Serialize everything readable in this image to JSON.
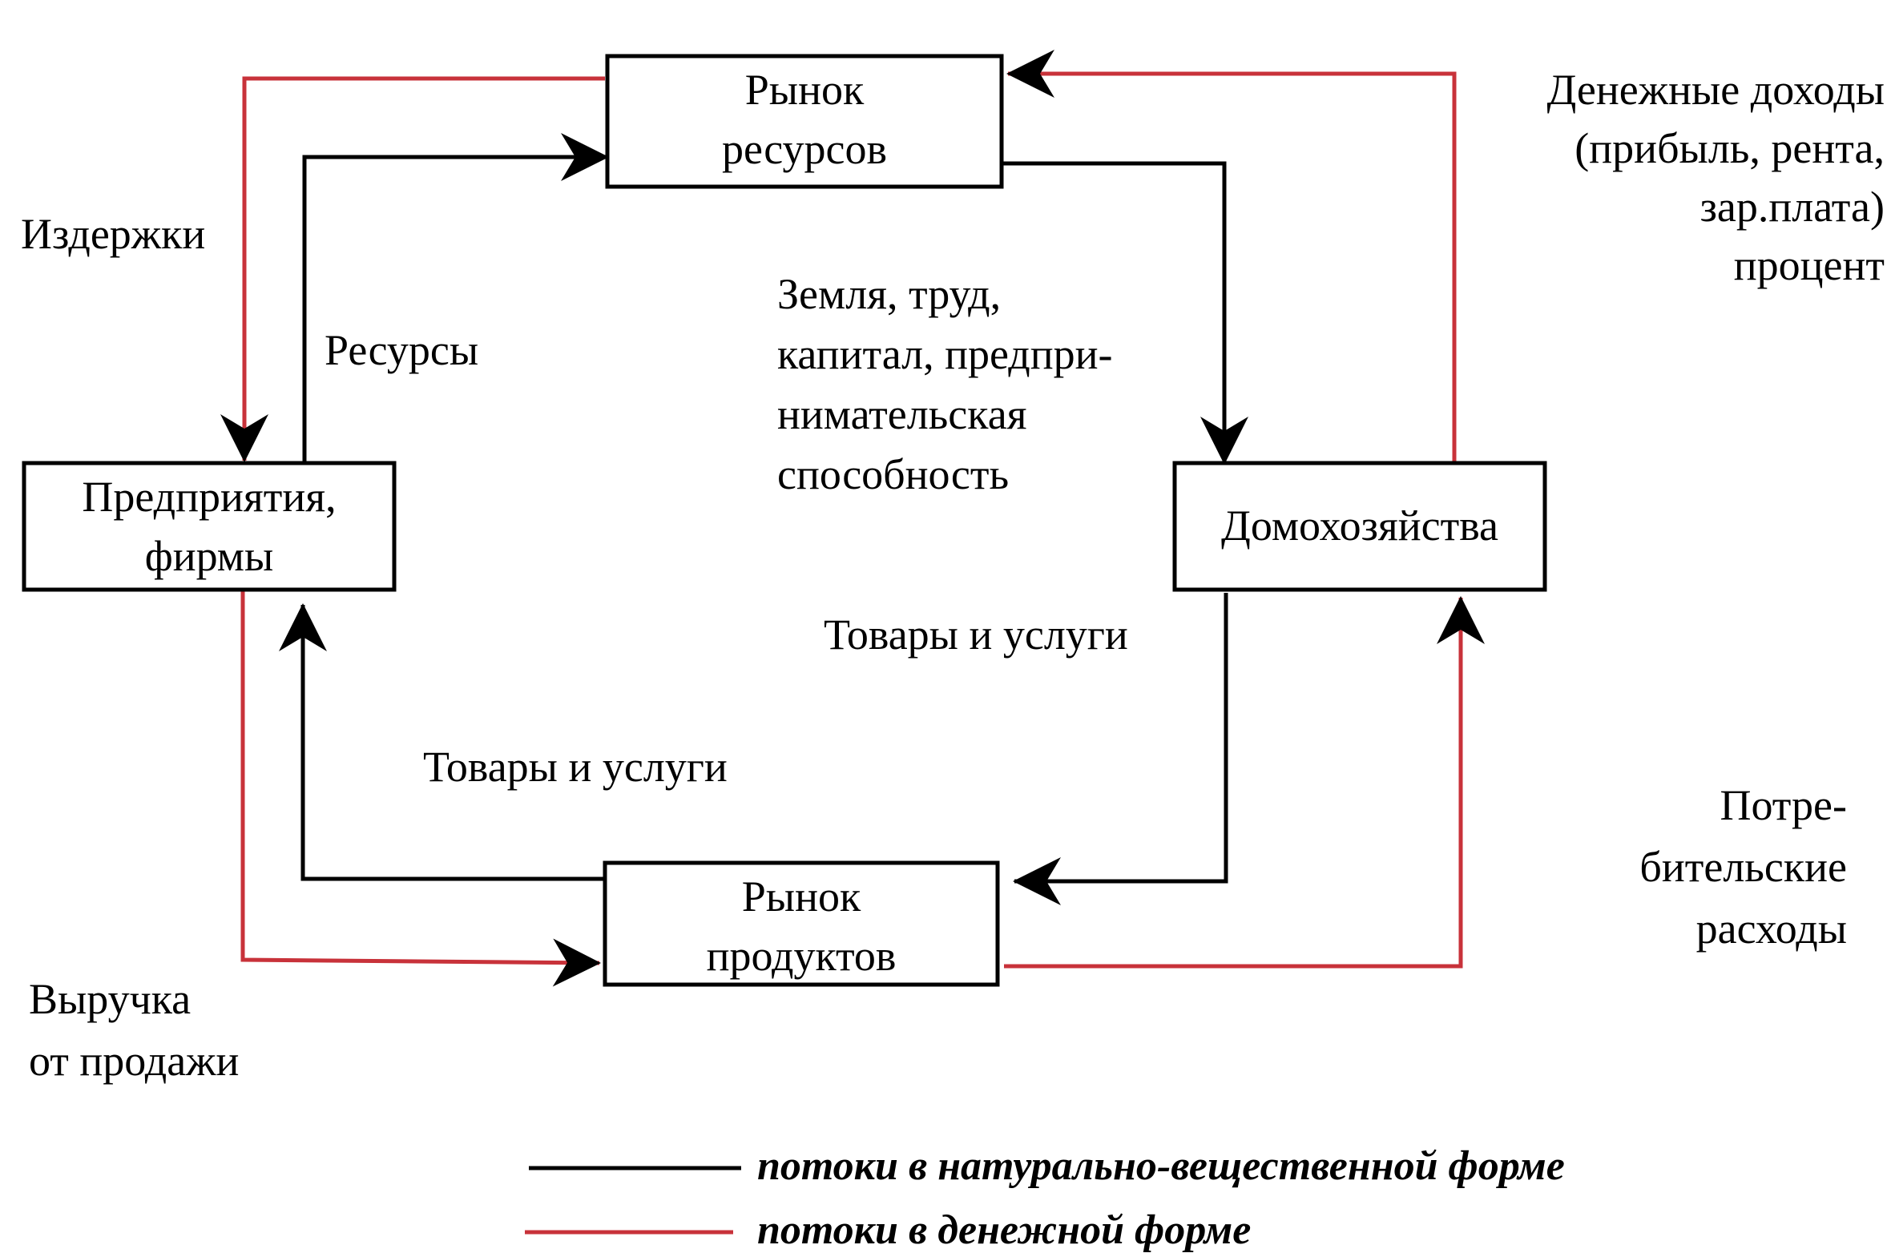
{
  "colors": {
    "real_flow": "#000000",
    "money_flow": "#c8323a"
  },
  "boxes": {
    "resource_market": [
      "Рынок",
      "ресурсов"
    ],
    "firms": [
      "Предприятия,",
      "фирмы"
    ],
    "households": "Домохозяйства",
    "product_market": [
      "Рынок",
      "продуктов"
    ]
  },
  "labels": {
    "costs": "Издержки",
    "resources": "Ресурсы",
    "factors": [
      "Земля, труд,",
      "капитал, предпри-",
      "нимательская",
      "способность"
    ],
    "money_income": [
      "Денежные доходы",
      "(прибыль, рента,",
      "зар.плата)",
      "процент"
    ],
    "goods_services_right": "Товары и услуги",
    "goods_services_left": "Товары и услуги",
    "consumer_spending": [
      "Потре-",
      "бительские",
      "расходы"
    ],
    "sales_revenue": [
      "Выручка",
      "от продажи"
    ]
  },
  "legend": {
    "real_flow": "потоки в натурально-вещественной форме",
    "money_flow": "потоки в денежной форме"
  }
}
